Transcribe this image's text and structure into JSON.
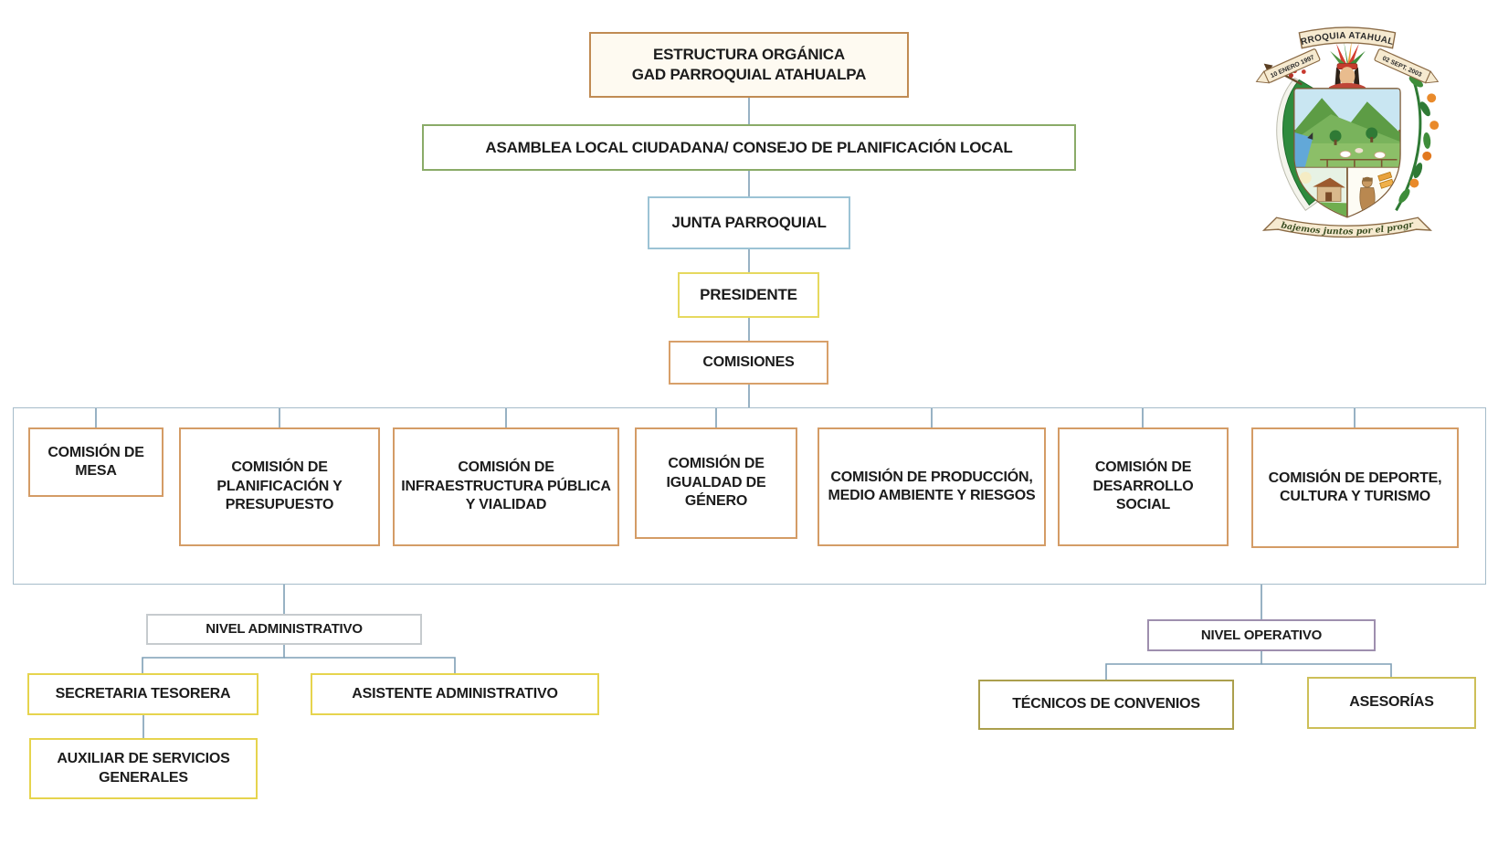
{
  "org": {
    "title": {
      "line1": "ESTRUCTURA ORGÁNICA",
      "line2": "GAD PARROQUIAL ATAHUALPA"
    },
    "asamblea": "ASAMBLEA LOCAL CIUDADANA/ CONSEJO DE PLANIFICACIÓN LOCAL",
    "junta": "JUNTA PARROQUIAL",
    "presidente": "PRESIDENTE",
    "comisiones": "COMISIONES",
    "comisiones_hijas": [
      "COMISIÓN DE MESA",
      "COMISIÓN DE PLANIFICACIÓN Y PRESUPUESTO",
      "COMISIÓN DE INFRAESTRUCTURA PÚBLICA Y VIALIDAD",
      "COMISIÓN DE IGUALDAD DE GÉNERO",
      "COMISIÓN DE PRODUCCIÓN, MEDIO AMBIENTE Y RIESGOS",
      "COMISIÓN DE DESARROLLO SOCIAL",
      "COMISIÓN DE DEPORTE, CULTURA Y TURISMO"
    ],
    "nivel_administrativo": {
      "label": "NIVEL ADMINISTRATIVO",
      "children": [
        "SECRETARIA TESORERA",
        "ASISTENTE ADMINISTRATIVO"
      ],
      "sub_child": "AUXILIAR DE SERVICIOS GENERALES"
    },
    "nivel_operativo": {
      "label": "NIVEL OPERATIVO",
      "children": [
        "TÉCNICOS DE CONVENIOS",
        "ASESORÍAS"
      ]
    }
  },
  "emblem": {
    "title": "PARROQUIA ATAHUALPA",
    "left_date": "10 ENERO 1997",
    "right_date": "02 SEPT. 2003",
    "motto": "Trabajemos juntos por el progreso"
  },
  "colors": {
    "title_border": "#c08b53",
    "asamblea_border": "#8aab68",
    "junta_border": "#9cc3d5",
    "presidente_border": "#e6d95f",
    "comisiones_border": "#d8a06a",
    "comision_border": "#d49c66",
    "frame_border": "#a6bcca",
    "nivel_admin_border": "#c6cbce",
    "yellow_border": "#e6d44e",
    "nivel_oper_border": "#9e8fae",
    "tecnicos_border": "#ab9f4d",
    "asesorias_border": "#cdbf58",
    "connector": "#7f9fb6",
    "text": "#1c1c1c"
  }
}
